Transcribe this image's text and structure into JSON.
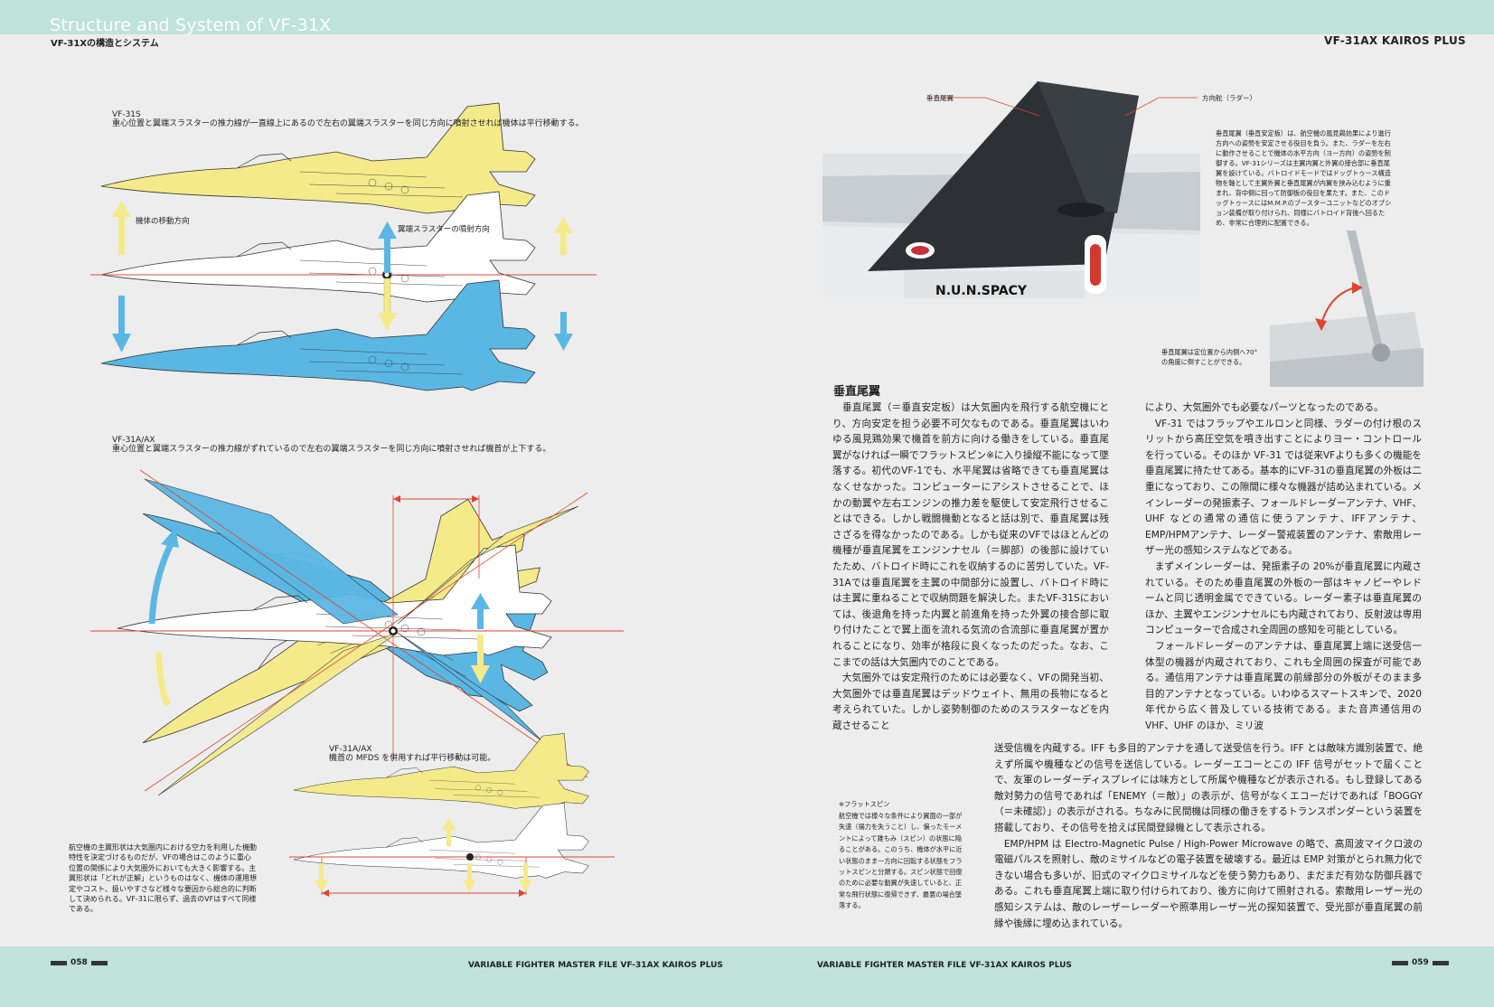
{
  "header": {
    "title_en": "Structure and System of VF-31X",
    "title_jp": "VF-31Xの構造とシステム",
    "right_title": "VF-31AX KAIROS PLUS"
  },
  "left_page": {
    "fig1_title": "VF-31S",
    "fig1_caption": "重心位置と翼端スラスターの推力線が一直線上にあるので左右の翼端スラスターを同じ方向に噴射させれば機体は平行移動する。",
    "label_move_dir": "機体の移動方向",
    "label_thrust_dir": "翼端スラスターの噴射方向",
    "fig2_title": "VF-31A/AX",
    "fig2_caption": "重心位置と翼端スラスターの推力線がずれているので左右の翼端スラスターを同じ方向に噴射させれば機首が上下する。",
    "fig3_title": "VF-31A/AX",
    "fig3_caption": "機首の MFDS を併用すれば平行移動は可能。",
    "bottom_note": "航空機の主翼形状は大気圏内における空力を利用した機動特性を決定づけるものだが、VFの場合はこのように重心位置の関係により大気圏外においても大きく影響する。主翼形状は「どれが正解」というものはなく、機体の運用想定やコスト、扱いやすさなど様々な要因から総合的に判断して決められる。VF-31に限らず、過去のVFはすべて同様である。"
  },
  "right_page": {
    "photo_label_fin": "垂直尾翼",
    "photo_label_rudder": "方向舵（ラダー）",
    "photo_marking": "N.U.N.SPACY",
    "photo_caption": "垂直尾翼（垂直安定板）は、航空機の風見鶏効果により進行方向への姿勢を安定させる役目を負う。また、ラダーを左右に動作させることで機体の水平方向（ヨー方向）の姿勢を制御する。VF-31シリーズは主翼内翼と外翼の接合部に垂直尾翼を設けている。バトロイドモードではドッグトゥース構造物を軸として主翼外翼と垂直尾翼が内翼を挟み込むように重まれ、背中側に回って防御板の役目を果たす。また、このドッグトゥースにはM.M.P.のブースターユニットなどのオプション装備が取り付けられ、同様にバトロイド背後へ回るため、非常に合理的に配置できる。",
    "fold_caption": "垂直尾翼は定位置から内側へ70°の角度に倒すことができる。",
    "section_title": "垂直尾翼",
    "col1": "　垂直尾翼（＝垂直安定板）は大気圏内を飛行する航空機にとり、方向安定を担う必要不可欠なものである。垂直尾翼はいわゆる風見鶏効果で機首を前方に向ける働きをしている。垂直尾翼がなければ一瞬でフラットスピン※に入り操縦不能になって墜落する。初代のVF-1でも、水平尾翼は省略できても垂直尾翼はなくせなかった。コンピューターにアシストさせることで、ほかの動翼や左右エンジンの推力差を駆使して安定飛行させることはできる。しかし戦闘機動となると話は別で、垂直尾翼は残さざるを得なかったのである。しかも従来のVFではほとんどの機種が垂直尾翼をエンジンナセル（＝脚部）の後部に設けていたため、バトロイド時にこれを収納するのに苦労していた。VF-31Aでは垂直尾翼を主翼の中間部分に設置し、バトロイド時には主翼に重ねることで収納問題を解決した。またVF-31Sにおいては、後退角を持った内翼と前進角を持った外翼の接合部に取り付けたことで翼上面を流れる気流の合流部に垂直尾翼が置かれることになり、効率が格段に良くなったのだった。なお、ここまでの話は大気圏内でのことである。\n　大気圏外では安定飛行のためには必要なく、VFの開発当初、大気圏外では垂直尾翼はデッドウェイト、無用の長物になると考えられていた。しかし姿勢制御のためのスラスターなどを内蔵させること",
    "col2": "により、大気圏外でも必要なパーツとなったのである。\n　VF-31 ではフラップやエルロンと同様、ラダーの付け根のスリットから高圧空気を噴き出すことによりヨー・コントロールを行っている。そのほか VF-31 では従来VFよりも多くの機能を垂直尾翼に持たせてある。基本的にVF-31の垂直尾翼の外板は二重になっており、この隙間に様々な機器が詰め込まれている。メインレーダーの発振素子、フォールドレーダーアンテナ、VHF、UHF などの通常の通信に使うアンテナ、IFFアンテナ、EMP/HPMアンテナ、レーダー警戒装置のアンテナ、索敵用レーザー光の感知システムなどである。\n　まずメインレーダーは、発振素子の 20%が垂直尾翼に内蔵されている。そのため垂直尾翼の外板の一部はキャノピーやレドームと同じ透明金属でできている。レーダー素子は垂直尾翼のほか、主翼やエンジンナセルにも内蔵されており、反射波は専用コンピューターで合成され全周囲の感知を可能としている。\n　フォールドレーダーのアンテナは、垂直尾翼上端に送受信一体型の機器が内蔵されており、これも全周囲の探査が可能である。通信用アンテナは垂直尾翼の前縁部分の外板がそのまま多目的アンテナとなっている。いわゆるスマートスキンで、2020年代から広く普及している技術である。また音声通信用のVHF、UHF のほか、ミリ波",
    "col3": "送受信機を内蔵する。IFF も多目的アンテナを通して送受信を行う。IFF とは敵味方識別装置で、絶えず所属や機種などの信号を送信している。レーダーエコーとこの IFF 信号がセットで届くことで、友軍のレーダーディスプレイには味方として所属や機種などが表示される。もし登録してある敵対勢力の信号であれば「ENEMY（＝敵）」の表示が、信号がなくエコーだけであれば「BOGGY（＝未確認）」の表示がされる。ちなみに民間機は同様の働きをするトランスポンダーという装置を搭載しており、その信号を拾えば民間登録機として表示される。\n　EMP/HPM は Electro-Magnetic Pulse / High-Power Microwave の略で、高周波マイクロ波の電磁パルスを照射し、敵のミサイルなどの電子装置を破壊する。最近は EMP 対策がとられ無力化できない場合も多いが、旧式のマイクロミサイルなどを使う勢力もあり、まだまだ有効な防御兵器である。これも垂直尾翼上端に取り付けられており、後方に向けて照射される。索敵用レーザー光の感知システムは、敵のレーザーレーダーや照準用レーザー光の探知装置で、受光部が垂直尾翼の前縁や後縁に埋め込まれている。",
    "footnote_title": "※フラットスピン",
    "footnote_text": "航空機では様々な条件により翼面の一部が失速（揚力を失うこと）し、偏ったモーメントによって錐もみ（スピン）の状態に陥ることがある。このうち、機体が水平に近い状態のまま一方向に回転する状態をフラットスピンと分類する。スピン状態で回復のために必要な動翼が失速していると、正常な飛行状態に復帰できず、最悪の場合墜落する。"
  },
  "footer": {
    "left_page_no": "058",
    "left_text": "VARIABLE FIGHTER MASTER FILE VF-31AX KAIROS PLUS",
    "right_text": "VARIABLE FIGHTER MASTER FILE VF-31AX KAIROS PLUS",
    "right_page_no": "059"
  },
  "colors": {
    "band": "#bfe2da",
    "yellow_jet": "#f5ea8a",
    "blue_jet": "#5ab7e4",
    "red_line": "#e0452e",
    "page_bg": "#ededed"
  }
}
